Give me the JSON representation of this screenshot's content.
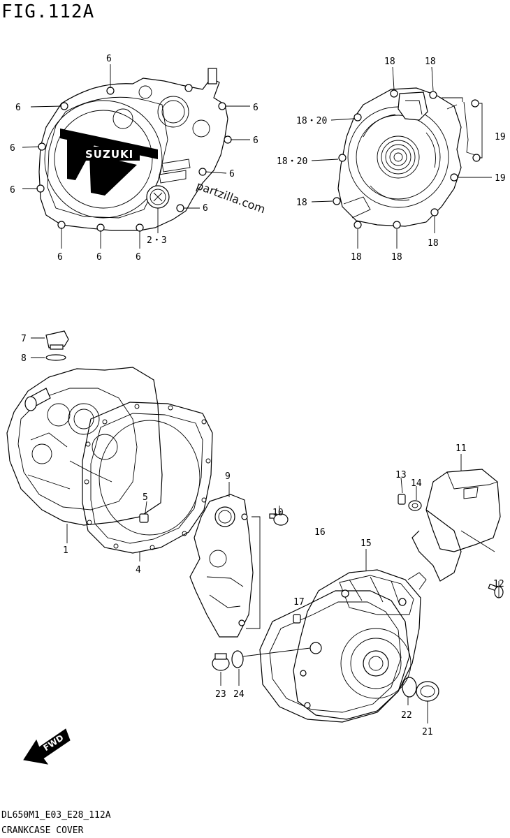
{
  "figure": {
    "title": "FIG.112A",
    "model_code": "DL650M1_E03_E28_112A",
    "caption": "CRANKCASE COVER"
  },
  "watermark": "partzilla.com",
  "clutch_cover_logo": "SUZUKI",
  "fwd_label": "FWD",
  "callouts": {
    "c1": "1",
    "c23": "2・3",
    "c4": "4",
    "c5": "5",
    "c6": "6",
    "c7": "7",
    "c8": "8",
    "c9": "9",
    "c10": "10",
    "c11": "11",
    "c12": "12",
    "c13": "13",
    "c14": "14",
    "c15": "15",
    "c16": "16",
    "c17": "17",
    "c18": "18",
    "c1820": "18・20",
    "c19": "19",
    "c21": "21",
    "c22": "22",
    "c23b": "23",
    "c24": "24"
  }
}
